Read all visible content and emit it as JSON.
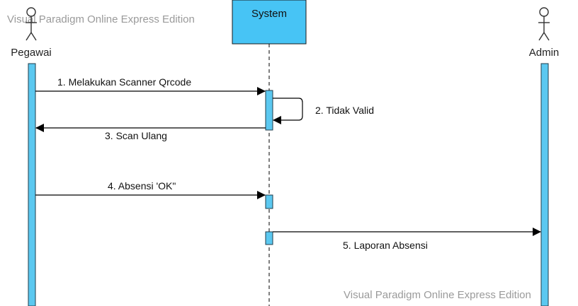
{
  "watermarks": {
    "top": "Visual Paradigm Online Express Edition",
    "bottom": "Visual Paradigm Online Express Edition"
  },
  "participants": [
    {
      "id": "pegawai",
      "kind": "actor",
      "label": "Pegawai"
    },
    {
      "id": "system",
      "kind": "object",
      "label": "System"
    },
    {
      "id": "admin",
      "kind": "actor",
      "label": "Admin"
    }
  ],
  "messages": [
    {
      "from": "pegawai",
      "to": "system",
      "label": "1. Melakukan Scanner Qrcode"
    },
    {
      "from": "system",
      "to": "system",
      "label": "2. Tidak Valid"
    },
    {
      "from": "system",
      "to": "pegawai",
      "label": "3. Scan Ulang"
    },
    {
      "from": "pegawai",
      "to": "system",
      "label": "4. Absensi 'OK\""
    },
    {
      "from": "system",
      "to": "admin",
      "label": "5. Laporan Absensi"
    }
  ],
  "colors": {
    "activation_fill": "#5bc8f0",
    "activation_stroke": "#1f3b4a",
    "system_box_fill": "#47c4f5",
    "line": "#000000",
    "watermark": "#9a9a9a"
  }
}
